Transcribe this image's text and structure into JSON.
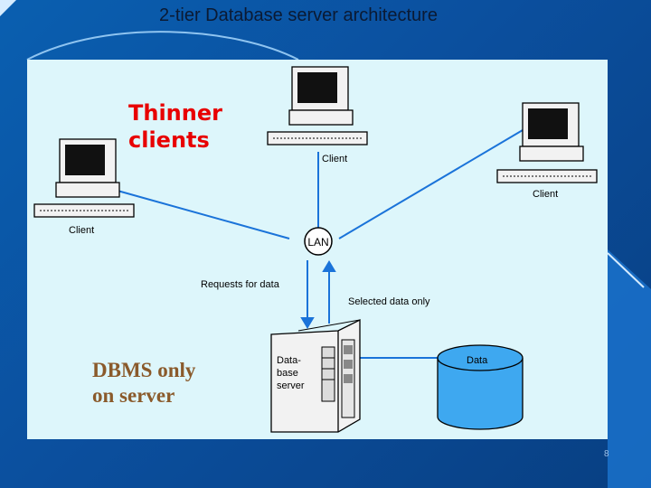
{
  "slide": {
    "title": "2-tier Database server architecture",
    "page_number": "8"
  },
  "annotations": {
    "thinner_clients": [
      "Thinner",
      "clients"
    ],
    "dbms_only": [
      "DBMS only",
      "on server"
    ]
  },
  "diagram": {
    "clients": [
      "Client",
      "Client",
      "Client"
    ],
    "lan_label": "LAN",
    "request_label": "Requests for data",
    "response_label": "Selected data only",
    "server_label": [
      "Data-",
      "base",
      "server"
    ],
    "data_label": "Data"
  },
  "colors": {
    "background": "#0b4f9e",
    "panel": "#ddf6fb",
    "annotation_top": "#e80000",
    "annotation_bottom": "#8a5a2b",
    "line": "#1a73d9"
  }
}
